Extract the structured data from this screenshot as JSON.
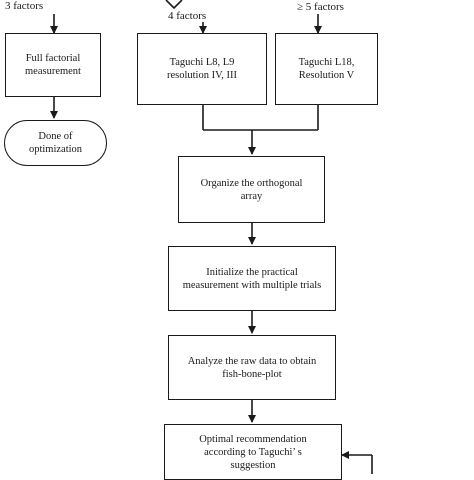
{
  "branches": {
    "three": "3 factors",
    "four": "4 factors",
    "five": "≥ 5 factors"
  },
  "nodes": {
    "full_factorial": "Full factorial\nmeasurement",
    "taguchi_l8_l9": "Taguchi L8, L9\nresolution IV, III",
    "taguchi_l18": "Taguchi L18,\nResolution V",
    "done": "Done of\noptimization",
    "organize": "Organize the orthogonal\narray",
    "initialize": "Initialize the practical\nmeasurement with multiple trials",
    "analyze": "Analyze the raw data to obtain\nfish-bone-plot",
    "optimal": "Optimal recommendation\naccording to Taguchi’ s\nsuggestion"
  },
  "colors": {
    "line": "#1a1a1a",
    "background": "#ffffff"
  }
}
